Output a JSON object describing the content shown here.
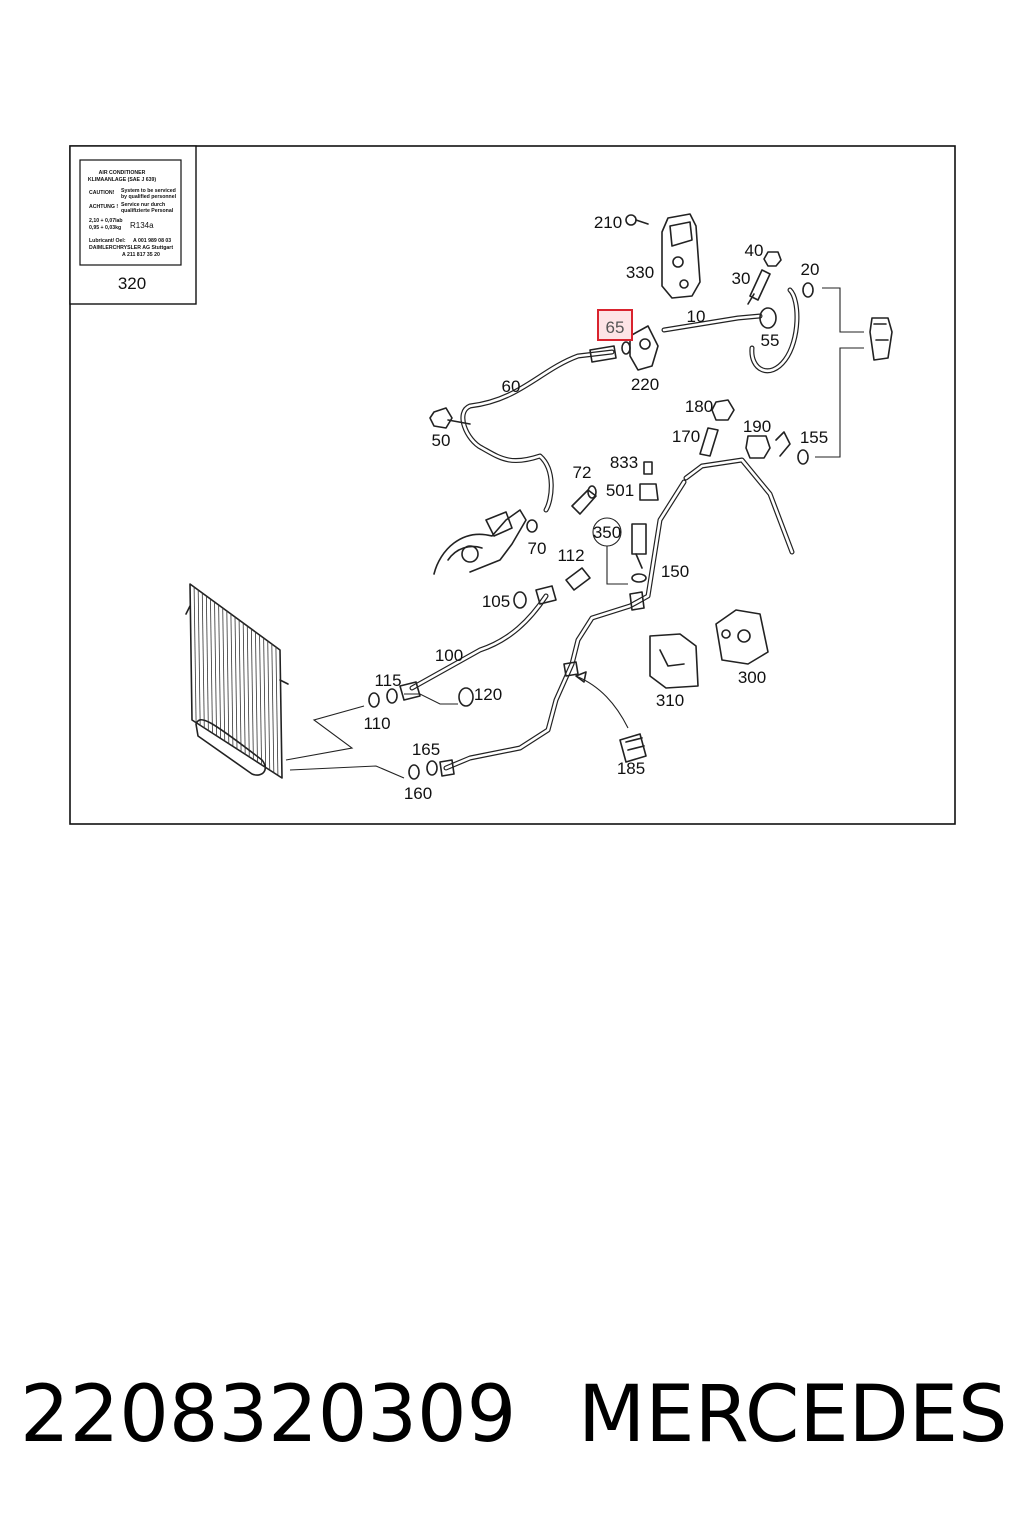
{
  "label_card": {
    "lines": [
      "AIR CONDITIONER",
      "KLIMAANLAGE (SAE J 639)",
      "CAUTION!",
      "System to be serviced",
      "by qualified personnel",
      "ACHTUNG !",
      "Service nur durch",
      "qualifizierte Personal",
      "2,10 + 0,07lab",
      "0,95 + 0,03kg",
      "R134a",
      "Lubricant/ Oel:",
      "A 001 989 08 03",
      "DAIMLERCHRYSLER AG Stuttgart",
      "A 211 817 35 20"
    ],
    "number": "320"
  },
  "callouts": {
    "c210": "210",
    "c330": "330",
    "c40": "40",
    "c30": "30",
    "c20": "20",
    "c10": "10",
    "c65": "65",
    "c55": "55",
    "c60": "60",
    "c220": "220",
    "c50": "50",
    "c180": "180",
    "c190": "190",
    "c170": "170",
    "c155": "155",
    "c833": "833",
    "c72": "72",
    "c501": "501",
    "c350": "350",
    "c70": "70",
    "c112": "112",
    "c150": "150",
    "c105": "105",
    "c100": "100",
    "c310": "310",
    "c300": "300",
    "c115": "115",
    "c120": "120",
    "c110": "110",
    "c165": "165",
    "c185": "185",
    "c160": "160"
  },
  "highlight": {
    "callout": "65",
    "color": "#d9232e",
    "fill": "#fde4e6"
  },
  "footer": {
    "part_number": "2208320309",
    "brand": "MERCEDES"
  }
}
